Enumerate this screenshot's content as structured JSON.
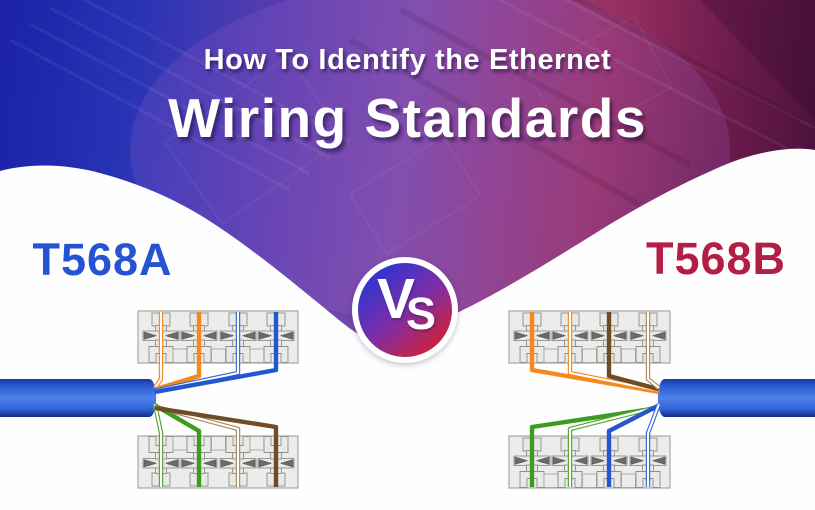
{
  "header": {
    "subtitle": "How To Identify the Ethernet",
    "title": "Wiring Standards"
  },
  "vs_badge": {
    "v": "V",
    "s": "S"
  },
  "comparison": {
    "left": {
      "label": "T568A",
      "label_color": "#2453d4",
      "wires_top": [
        {
          "name": "white-orange",
          "style": "striped",
          "color": "#f5891d"
        },
        {
          "name": "orange",
          "style": "solid",
          "color": "#f5891d"
        },
        {
          "name": "white-blue",
          "style": "striped",
          "color": "#3566d4"
        },
        {
          "name": "blue",
          "style": "solid",
          "color": "#2456cf"
        }
      ],
      "wires_bottom": [
        {
          "name": "white-green",
          "style": "striped",
          "color": "#54a42e"
        },
        {
          "name": "green",
          "style": "solid",
          "color": "#3c9c20"
        },
        {
          "name": "white-brown",
          "style": "striped",
          "color": "#ad8a5d"
        },
        {
          "name": "brown",
          "style": "solid",
          "color": "#6f4b28"
        }
      ]
    },
    "right": {
      "label": "T568B",
      "label_color": "#b31e44",
      "wires_top": [
        {
          "name": "orange",
          "style": "solid",
          "color": "#f5891d"
        },
        {
          "name": "white-orange",
          "style": "striped",
          "color": "#f5891d"
        },
        {
          "name": "brown",
          "style": "solid",
          "color": "#6f4b28"
        },
        {
          "name": "white-brown",
          "style": "striped",
          "color": "#ad8a5d"
        }
      ],
      "wires_bottom": [
        {
          "name": "green",
          "style": "solid",
          "color": "#3c9c20"
        },
        {
          "name": "white-green",
          "style": "striped",
          "color": "#54a42e"
        },
        {
          "name": "blue",
          "style": "solid",
          "color": "#2456cf"
        },
        {
          "name": "white-blue",
          "style": "striped",
          "color": "#3566d4"
        }
      ]
    }
  },
  "colors": {
    "header_gradient": [
      "#1b22a7",
      "#5a3db0",
      "#7c4aa8",
      "#992f62",
      "#4e123c"
    ],
    "badge_gradient": [
      "#2936d4",
      "#d02138"
    ],
    "cable_blue": "#2f62d8",
    "block_fill": "#ececea",
    "background": "#fefefe"
  }
}
